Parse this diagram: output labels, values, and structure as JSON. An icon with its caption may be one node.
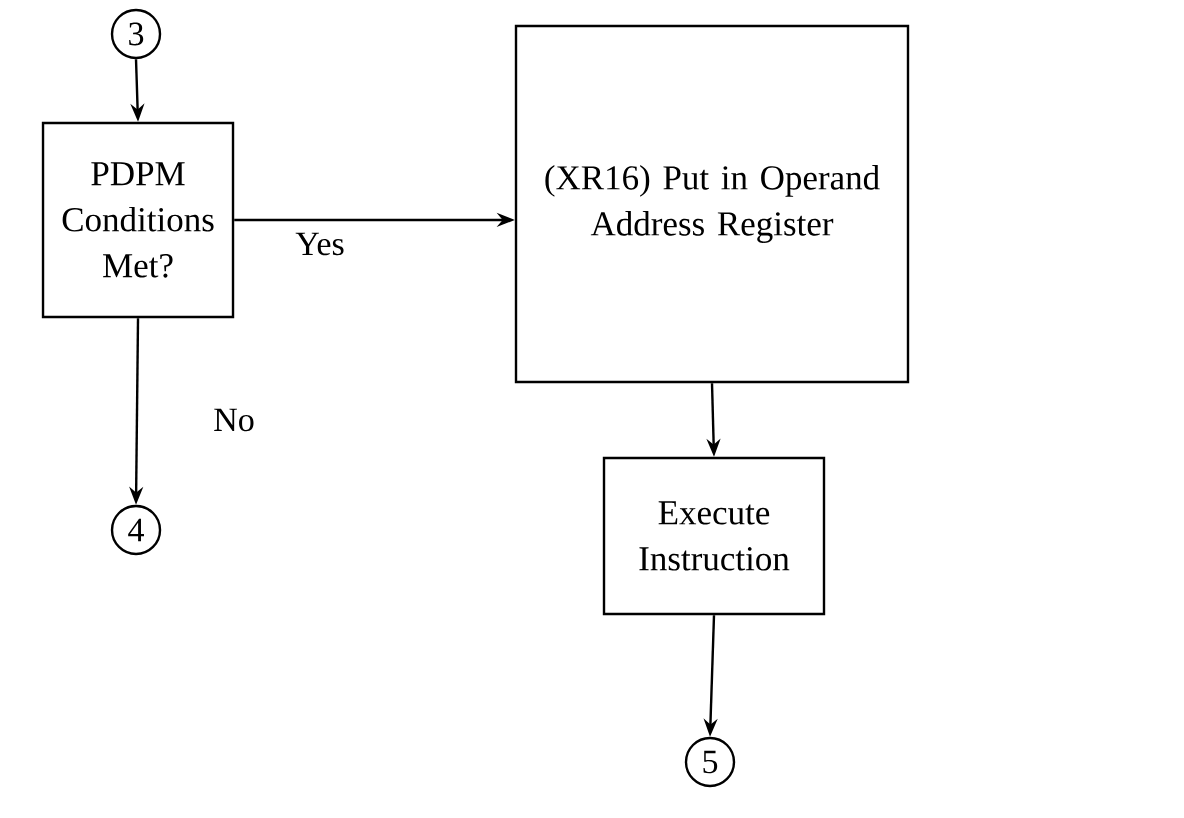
{
  "diagram": {
    "nodes": [
      {
        "text": [
          "3"
        ]
      },
      {
        "text": [
          "PDPM Conditions Met?"
        ]
      },
      {
        "text": [
          "(XR16) Put in Operand Address Register"
        ]
      },
      {
        "text": [
          "4"
        ]
      },
      {
        "text": [
          "Execute Instruction"
        ]
      },
      {
        "text": [
          "5"
        ]
      }
    ],
    "edges": [
      {
        "from": 0,
        "to": 1,
        "arrow": "to"
      },
      {
        "from": 1,
        "to": 2,
        "arrow": "to",
        "label": "Yes"
      },
      {
        "from": 1,
        "to": 3,
        "arrow": "to",
        "label": "No"
      },
      {
        "from": 2,
        "to": 4,
        "arrow": "to"
      },
      {
        "from": 4,
        "to": 5,
        "arrow": "to"
      }
    ]
  }
}
